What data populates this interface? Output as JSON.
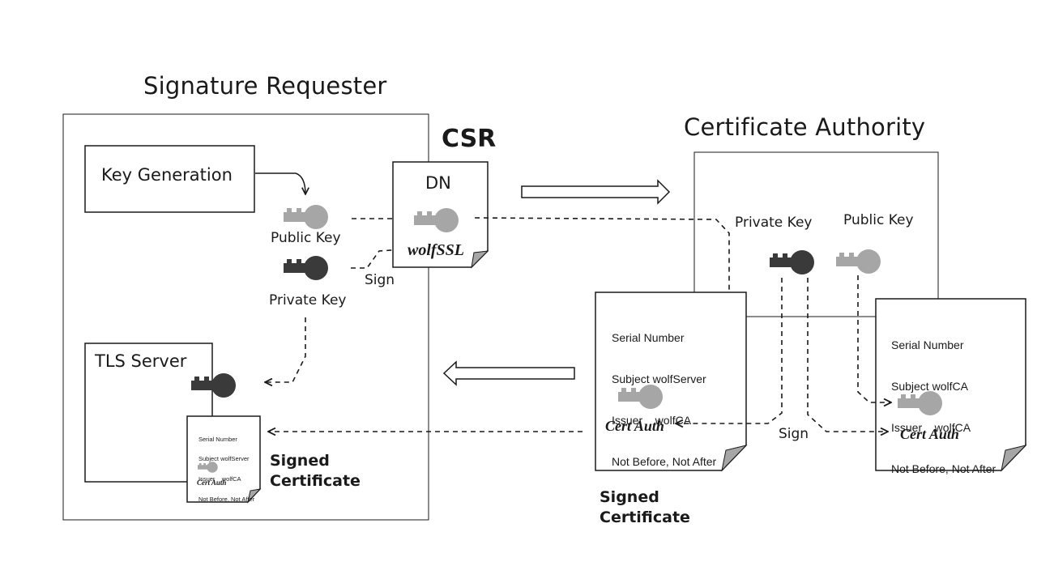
{
  "titles": {
    "requester": "Signature Requester",
    "authority": "Certificate Authority",
    "csr": "CSR"
  },
  "requester": {
    "key_generation": "Key Generation",
    "public_key": "Public Key",
    "private_key": "Private Key",
    "sign": "Sign",
    "tls_server": "TLS Server",
    "signed_certificate": [
      "Signed",
      "Certificate"
    ]
  },
  "csr_doc": {
    "dn": "DN",
    "logo": "wolfSSL"
  },
  "authority": {
    "private_key": "Private Key",
    "public_key": "Public Key",
    "sign": "Sign",
    "signed_certificate": [
      "Signed",
      "Certificate"
    ]
  },
  "server_cert": {
    "serial": "Serial Number",
    "subject": "Subject wolfServer",
    "issuer": "Issuer    wolfCA",
    "validity": "Not Before, Not After",
    "signature": "Cert Auth"
  },
  "ca_cert": {
    "serial": "Serial Number",
    "subject": "Subject wolfCA",
    "issuer": "Issuer    wolfCA",
    "validity": "Not Before, Not After",
    "signature": "Cert Auth"
  },
  "colors": {
    "public_key": "#a6a6a6",
    "private_key": "#3a3a3a",
    "stroke": "#1a1a1a"
  },
  "icons": [
    "public-key-icon",
    "private-key-icon",
    "arrow-right-icon",
    "arrow-left-icon"
  ]
}
